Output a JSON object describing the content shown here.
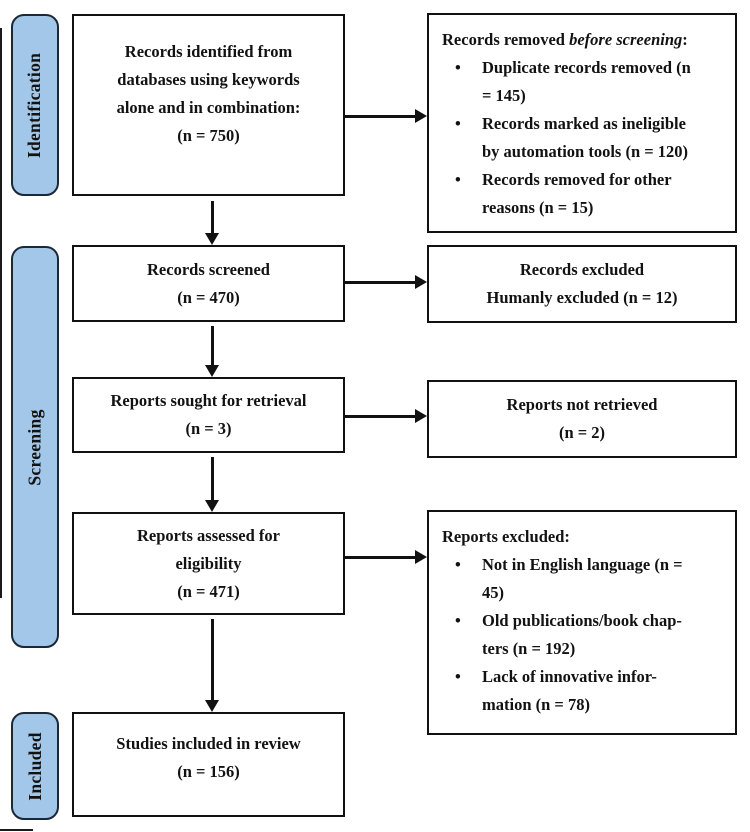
{
  "glyphs": {
    "bullet": "•"
  },
  "palette": {
    "stage_fill": "#A2C7E8",
    "stage_border": "#1b2838",
    "box_border": "#111111",
    "text": "#121212",
    "background": "#ffffff"
  },
  "stages": {
    "identification": "Identification",
    "screening": "Screening",
    "included": "Included"
  },
  "boxes": {
    "identified": {
      "text": "Records identified from\ndatabases using keywords\nalone and in combination:\n(n = 750)"
    },
    "removed": {
      "title_prefix": "Records removed ",
      "title_italic": "before screening",
      "title_suffix": ":",
      "bullets": [
        "Duplicate records removed (n\n= 145)",
        "Records marked as ineligible\nby automation tools (n = 120)",
        "Records removed for other\nreasons (n = 15)"
      ]
    },
    "screened": {
      "text": "Records screened\n(n = 470)"
    },
    "records_excluded": {
      "text": "Records excluded\nHumanly excluded (n = 12)"
    },
    "sought": {
      "text": "Reports sought for retrieval\n(n = 3)"
    },
    "not_retrieved": {
      "text": "Reports not retrieved\n(n = 2)"
    },
    "assessed": {
      "text": "Reports assessed for\neligibility\n(n = 471)"
    },
    "reports_excluded": {
      "title": "Reports excluded:",
      "bullets": [
        "Not in English language (n =\n45)",
        "Old publications/book chap-\nters (n = 192)",
        "Lack of innovative infor-\nmation (n = 78)"
      ]
    },
    "included_studies": {
      "text": "Studies included in review\n(n = 156)"
    }
  }
}
